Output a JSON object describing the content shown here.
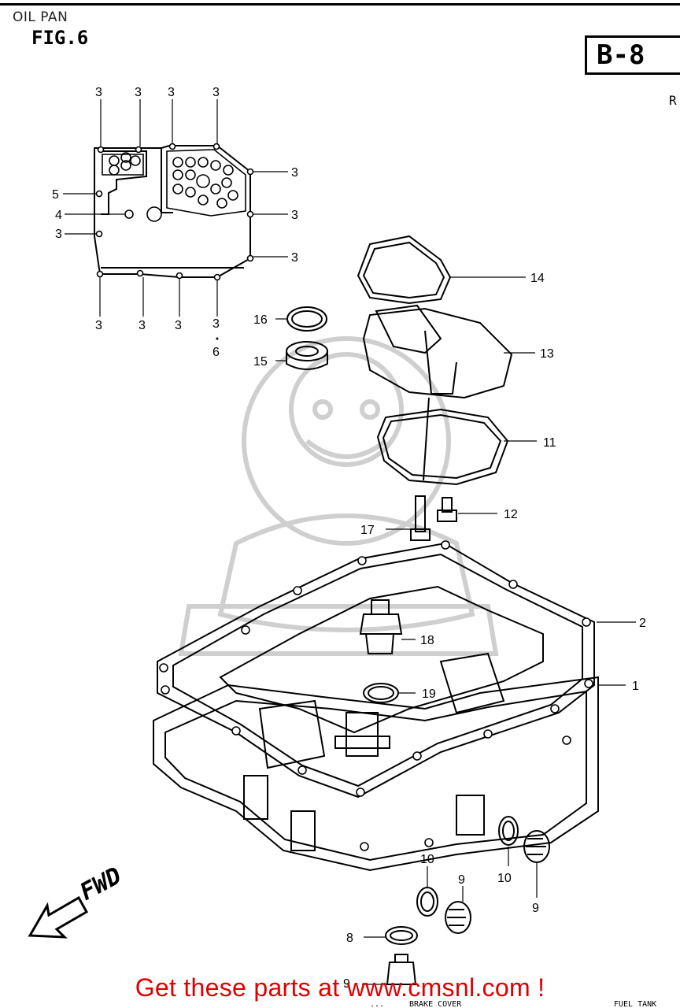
{
  "header": {
    "title": "OIL PAN",
    "figure": "FIG.6",
    "code": "B-8",
    "corner_letter": "R"
  },
  "fwd_label": "FWD",
  "promo": "Get these parts at www.cmsnl.com !",
  "footer": {
    "left": "...",
    "mid": "BRAKE COVER",
    "right": "FUEL TANK"
  },
  "callouts": {
    "inset": [
      "3",
      "3",
      "3",
      "3",
      "3",
      "3",
      "3",
      "3",
      "3",
      "3",
      "3",
      "3",
      "3",
      "5",
      "4",
      "3",
      "6"
    ],
    "main": [
      "14",
      "16",
      "13",
      "15",
      "11",
      "12",
      "17",
      "2",
      "18",
      "1",
      "19",
      "10",
      "9",
      "10",
      "9",
      "8",
      "9"
    ]
  },
  "colors": {
    "line": "#000000",
    "promo": "#e00000",
    "watermark": "#cfcfcf"
  }
}
